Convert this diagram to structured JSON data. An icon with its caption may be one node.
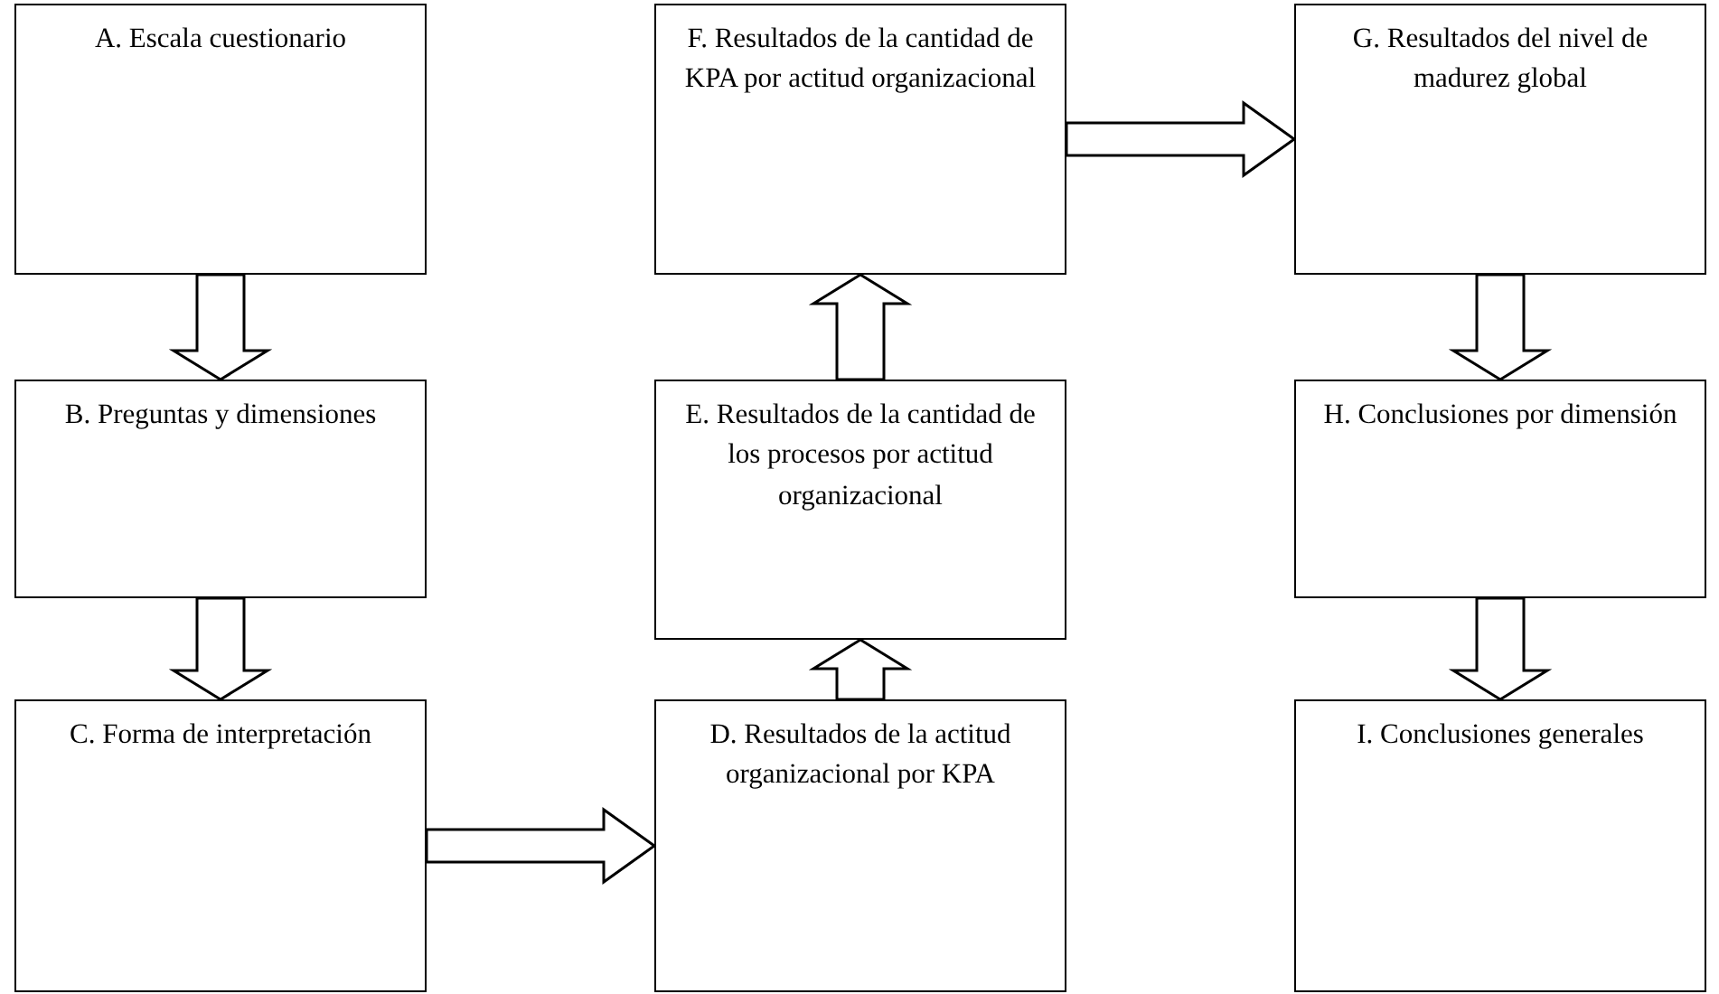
{
  "diagram": {
    "nodes": [
      {
        "text": [
          "A. Escala cuestionario"
        ]
      },
      {
        "text": [
          "B. Preguntas y dimensiones"
        ]
      },
      {
        "text": [
          "C. Forma de interpretación"
        ]
      },
      {
        "text": [
          "D. Resultados de la actitud organizacional por KPA"
        ]
      },
      {
        "text": [
          "E. Resultados de la cantidad de los procesos por actitud organizacional"
        ]
      },
      {
        "text": [
          "F. Resultados de la cantidad de KPA por actitud organizacional"
        ]
      },
      {
        "text": [
          "G. Resultados del nivel de madurez global"
        ]
      },
      {
        "text": [
          "H. Conclusiones por dimensión"
        ]
      },
      {
        "text": [
          "I. Conclusiones generales"
        ]
      }
    ],
    "edges": [
      {
        "from": 0,
        "to": 1,
        "arrow": "to"
      },
      {
        "from": 1,
        "to": 2,
        "arrow": "to"
      },
      {
        "from": 2,
        "to": 3,
        "arrow": "to"
      },
      {
        "from": 3,
        "to": 4,
        "arrow": "to"
      },
      {
        "from": 4,
        "to": 5,
        "arrow": "to"
      },
      {
        "from": 5,
        "to": 6,
        "arrow": "to"
      },
      {
        "from": 6,
        "to": 7,
        "arrow": "to"
      },
      {
        "from": 7,
        "to": 8,
        "arrow": "to"
      }
    ]
  }
}
